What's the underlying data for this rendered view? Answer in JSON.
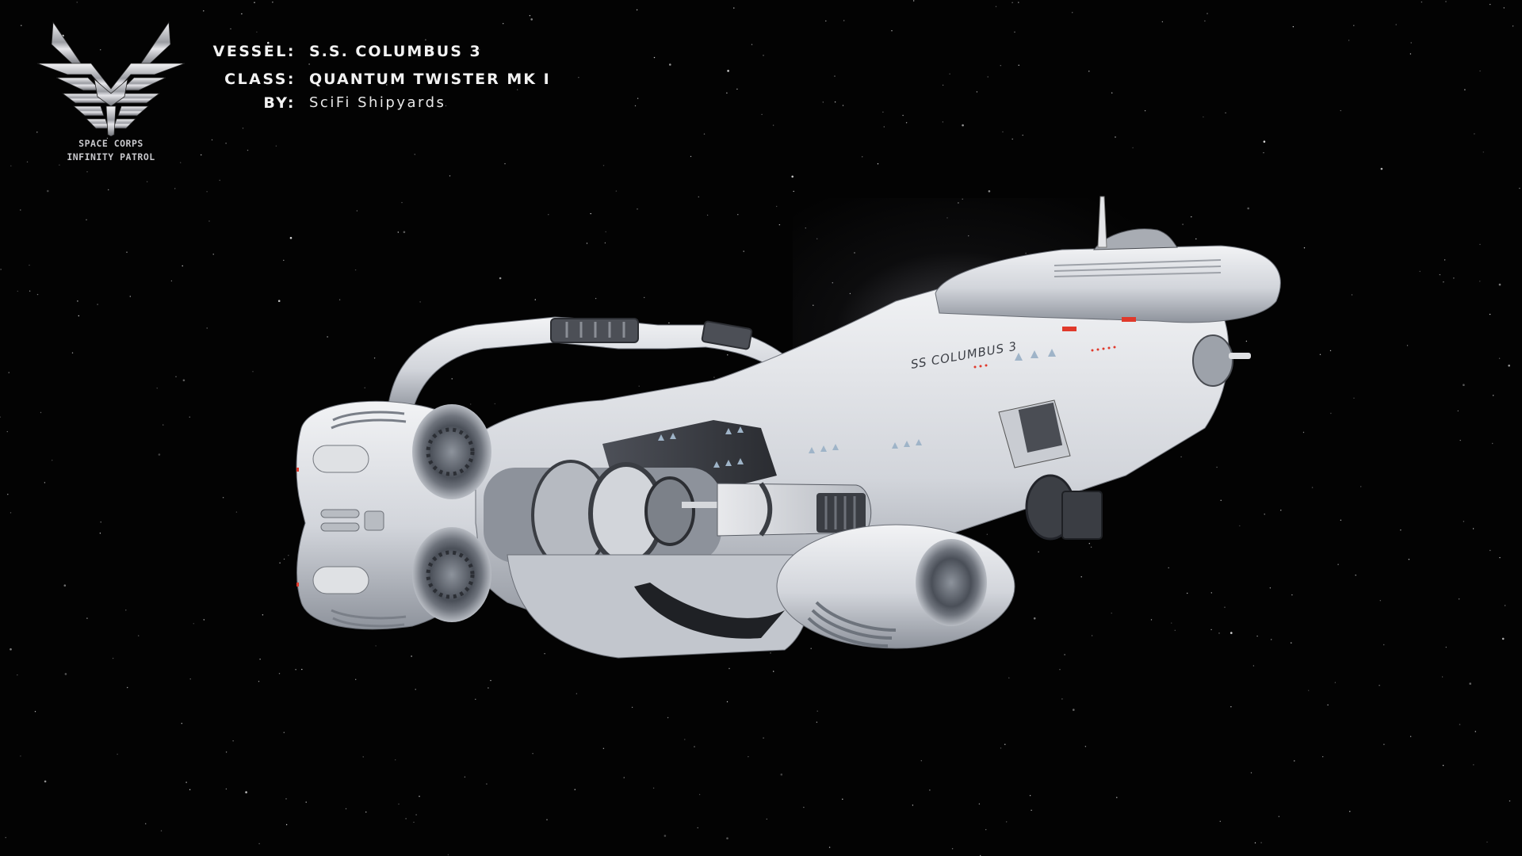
{
  "scene": {
    "background_color": "#030303",
    "description": "3D render of white starship against black starfield"
  },
  "logo": {
    "icon": "winged-eagle-emblem-icon",
    "line1": "SPACE CORPS",
    "line2": "INFINITY PATROL"
  },
  "info": {
    "vessel_label": "VESSEL:",
    "vessel_value": "S.S. COLUMBUS 3",
    "class_label": "CLASS:",
    "class_value": "QUANTUM TWISTER MK I",
    "by_label": "BY:",
    "by_value": "SciFi Shipyards"
  },
  "ship": {
    "hull_marking": "SS COLUMBUS 3",
    "hull_color": "#d9dbe0",
    "shadow_color": "#5a5e66",
    "accent_red": "#e0392b",
    "window_color": "#9fb4c8"
  }
}
